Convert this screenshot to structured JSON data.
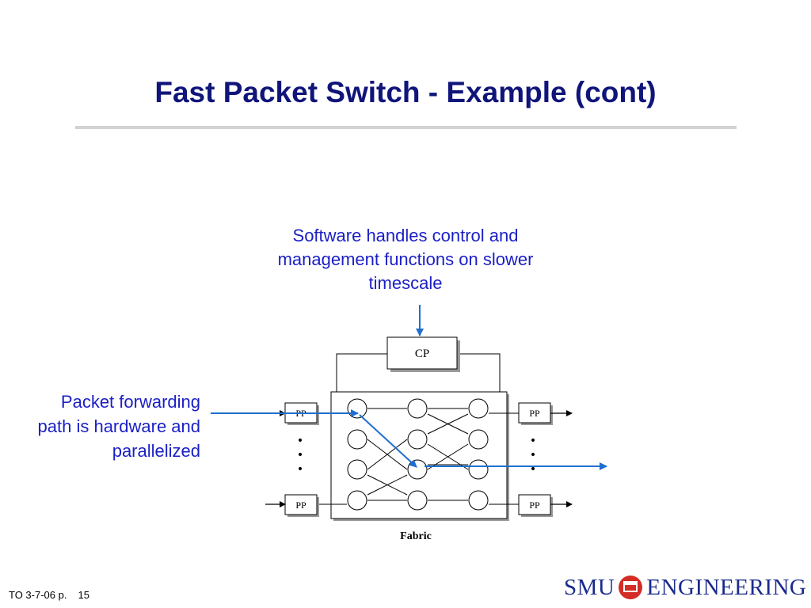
{
  "slide": {
    "title": "Fast Packet Switch - Example (cont)",
    "annotation_top": "Software handles control and management functions on slower timescale",
    "annotation_left": "Packet forwarding path is hardware and parallelized"
  },
  "diagram": {
    "control_processor_label": "CP",
    "port_processor_label": "PP",
    "fabric_label": "Fabric",
    "ellipsis": "•"
  },
  "footer": {
    "left_text": "TO 3-7-06 p.",
    "page_number": "15",
    "logo_left": "SMU",
    "logo_right": "ENGINEERING"
  },
  "colors": {
    "title": "#10157a",
    "annotation": "#1a1fc4",
    "arrow": "#1e6fd0",
    "rule": "#d2d2d2",
    "logo_text": "#1b2a8c",
    "logo_seal": "#d42c26"
  }
}
